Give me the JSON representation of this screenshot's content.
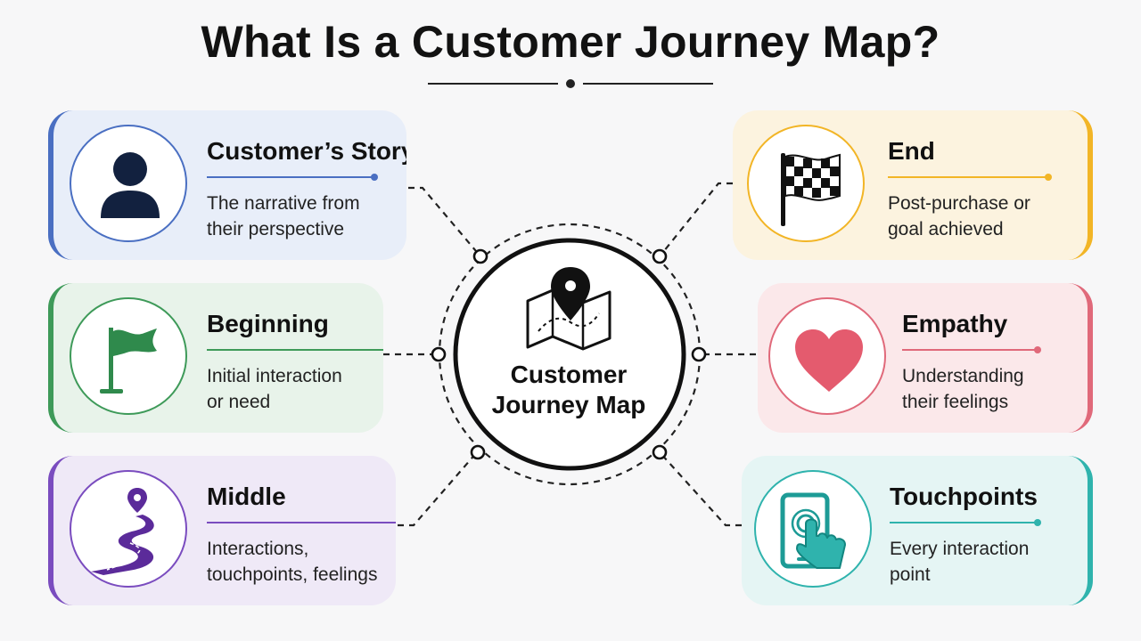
{
  "title": "What Is a Customer Journey Map?",
  "hub": {
    "label_line1": "Customer",
    "label_line2": "Journey Map",
    "icon": "map-pin-icon"
  },
  "cards": {
    "story": {
      "title": "Customer’s Story",
      "desc_line1": "The narrative from",
      "desc_line2": "their perspective",
      "icon": "person-icon",
      "color": "#4a6fc2"
    },
    "beginning": {
      "title": "Beginning",
      "desc_line1": "Initial interaction",
      "desc_line2": "or need",
      "icon": "flag-icon",
      "color": "#3e9a59"
    },
    "middle": {
      "title": "Middle",
      "desc_line1": "Interactions,",
      "desc_line2": "touchpoints, feelings",
      "icon": "winding-road-icon",
      "color": "#7a4cbf"
    },
    "end": {
      "title": "End",
      "desc_line1": "Post-purchase or",
      "desc_line2": "goal achieved",
      "icon": "checkered-flag-icon",
      "color": "#f2b526"
    },
    "empathy": {
      "title": "Empathy",
      "desc_line1": "Understanding",
      "desc_line2": "their feelings",
      "icon": "heart-icon",
      "color": "#e0697a"
    },
    "touchpoints": {
      "title": "Touchpoints",
      "desc_line1": "Every interaction",
      "desc_line2": "point",
      "icon": "tablet-tap-icon",
      "color": "#2fb3ad"
    }
  }
}
